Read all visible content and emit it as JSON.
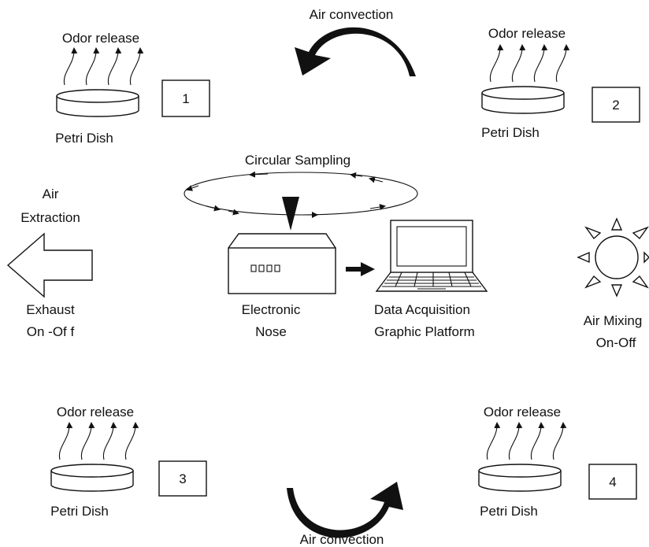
{
  "labels": {
    "air_convection_top": "Air convection",
    "air_convection_bottom": "Air convection",
    "circular_sampling": "Circular Sampling",
    "air_extraction_line1": "Air",
    "air_extraction_line2": "Extraction",
    "exhaust_line1": "Exhaust",
    "exhaust_line2": "On -Of f",
    "electronic_nose_line1": "Electronic",
    "electronic_nose_line2": "Nose",
    "data_acq_line1": "Data Acquisition",
    "data_acq_line2": "Graphic Platform",
    "air_mixing_line1": "Air Mixing",
    "air_mixing_line2": "On-Off"
  },
  "dishes": [
    {
      "number": "1",
      "odor_label": "Odor release",
      "dish_label": "Petri Dish"
    },
    {
      "number": "2",
      "odor_label": "Odor release",
      "dish_label": "Petri Dish"
    },
    {
      "number": "3",
      "odor_label": "Odor release",
      "dish_label": "Petri Dish"
    },
    {
      "number": "4",
      "odor_label": "Odor release",
      "dish_label": "Petri Dish"
    }
  ],
  "colors": {
    "ink": "#111111",
    "background": "#ffffff"
  }
}
